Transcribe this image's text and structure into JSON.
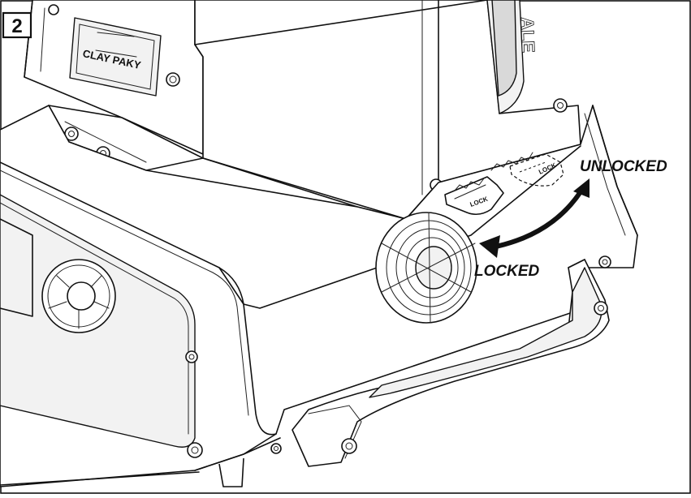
{
  "figure": {
    "number": "2",
    "labels": {
      "unlocked": "UNLOCKED",
      "locked": "LOCKED",
      "lock_tab": "LOCK",
      "brand_partial": "ALE"
    },
    "logo_text": "CLAY PAKY",
    "colors": {
      "line": "#111111",
      "background": "#ffffff",
      "arrow": "#111111"
    }
  }
}
